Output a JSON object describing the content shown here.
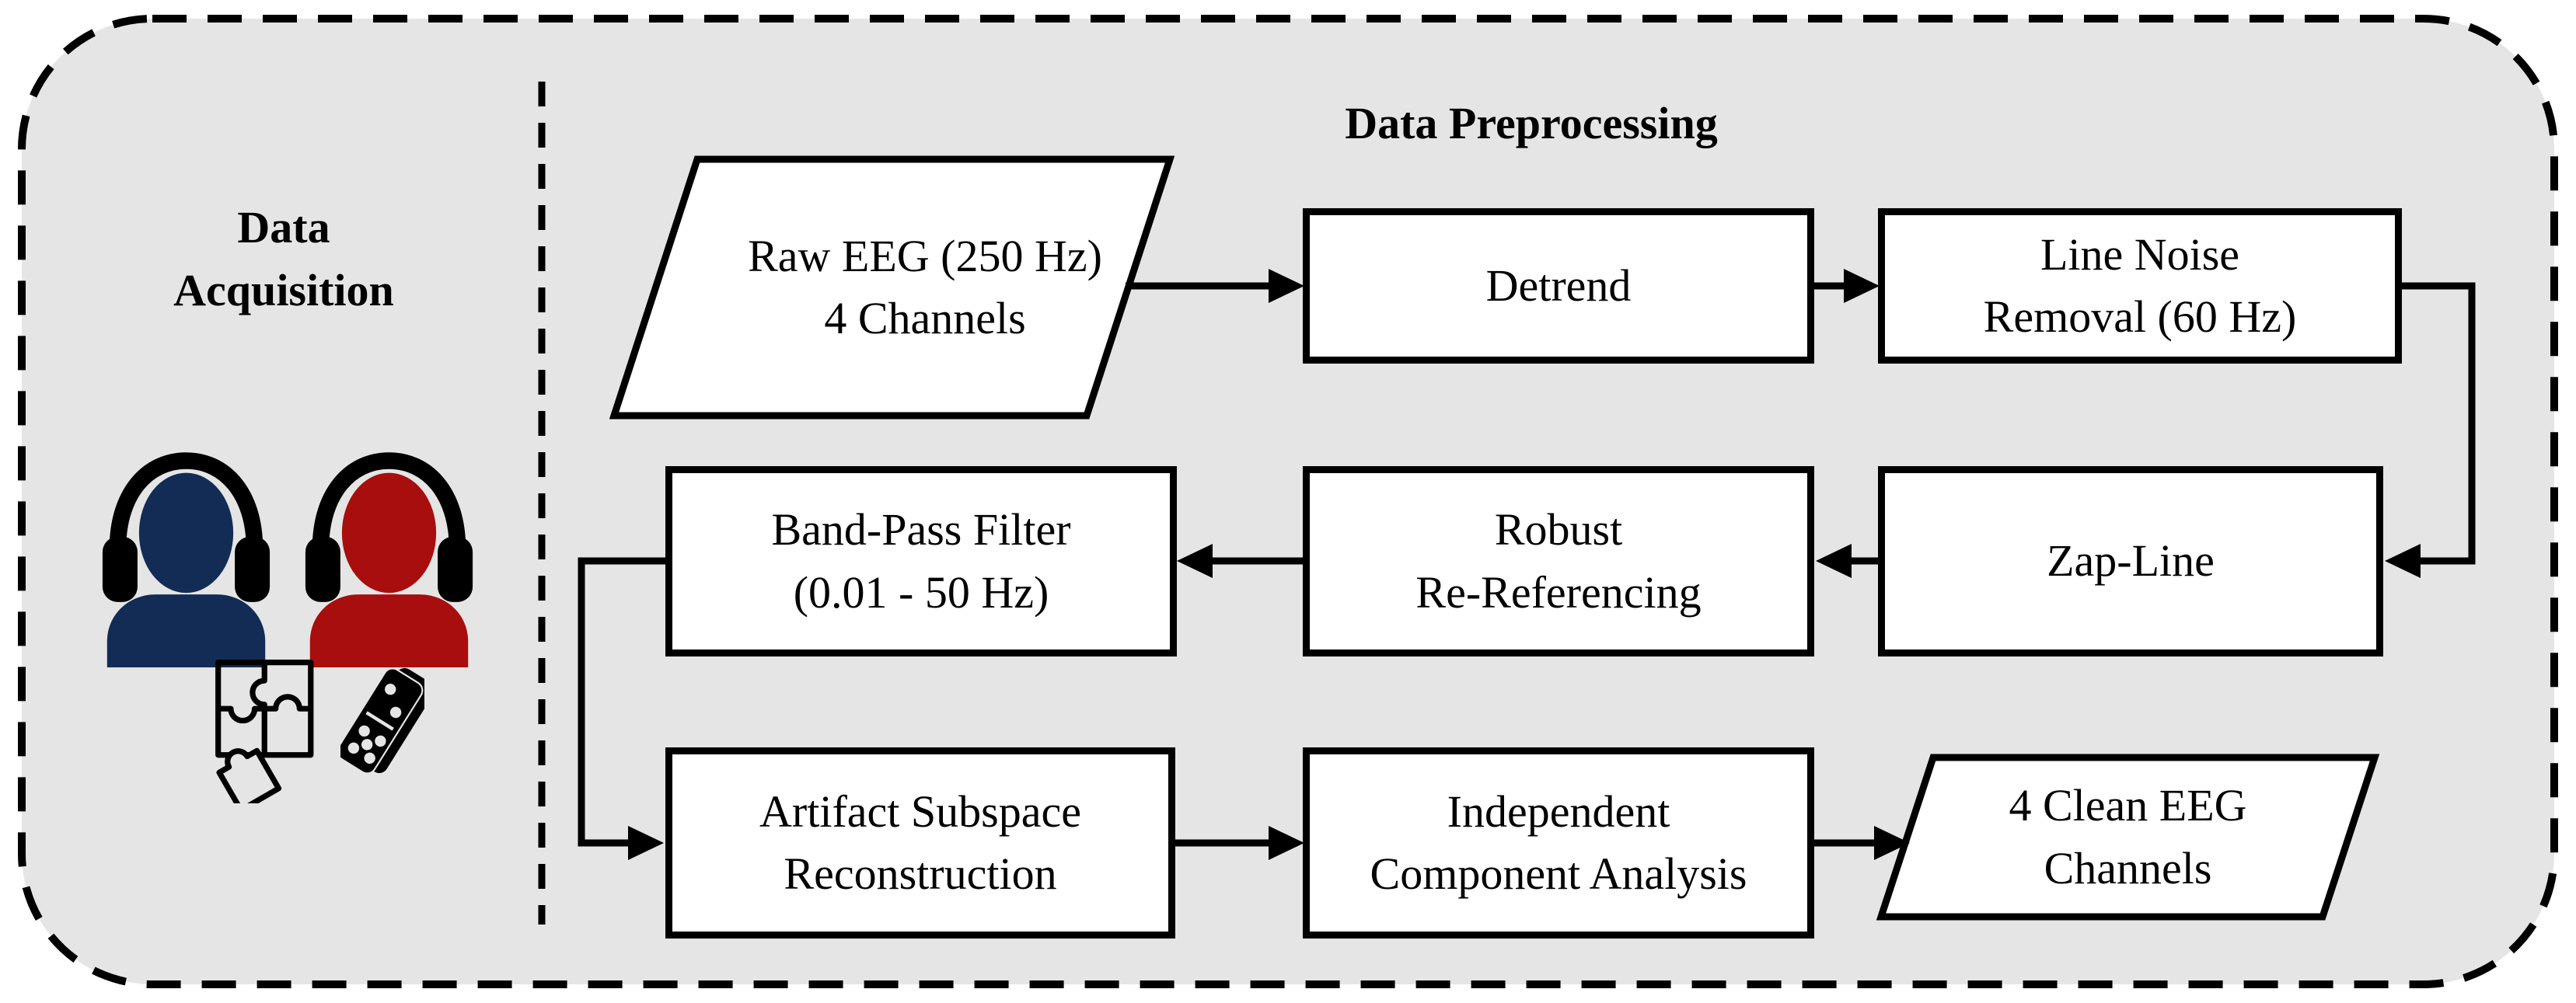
{
  "colors": {
    "background": "#e5e5e5",
    "line": "#000000",
    "box_fill": "#ffffff",
    "person_blue": "#122c55",
    "person_red": "#a80e0e"
  },
  "left_panel": {
    "title_lines": [
      "Data",
      "Acquisition"
    ],
    "icons": [
      "person-headphones-blue",
      "person-headphones-red",
      "puzzle-pieces",
      "domino-tile"
    ]
  },
  "right_panel": {
    "title": "Data Preprocessing",
    "nodes": [
      {
        "id": "raw-eeg",
        "shape": "parallelogram",
        "lines": [
          "Raw EEG (250 Hz)",
          "4 Channels"
        ]
      },
      {
        "id": "detrend",
        "shape": "process",
        "lines": [
          "Detrend"
        ]
      },
      {
        "id": "line-noise",
        "shape": "process",
        "lines": [
          "Line Noise",
          "Removal (60 Hz)"
        ]
      },
      {
        "id": "zap-line",
        "shape": "process",
        "lines": [
          "Zap-Line"
        ]
      },
      {
        "id": "robust-rereferencing",
        "shape": "process",
        "lines": [
          "Robust",
          "Re-Referencing"
        ]
      },
      {
        "id": "band-pass",
        "shape": "process",
        "lines": [
          "Band-Pass Filter",
          "(0.01 - 50 Hz)"
        ]
      },
      {
        "id": "asr",
        "shape": "process",
        "lines": [
          "Artifact Subspace",
          "Reconstruction"
        ]
      },
      {
        "id": "ica",
        "shape": "process",
        "lines": [
          "Independent",
          "Component Analysis"
        ]
      },
      {
        "id": "clean-eeg",
        "shape": "parallelogram",
        "lines": [
          "4 Clean EEG",
          "Channels"
        ]
      }
    ],
    "flow_order": [
      "raw-eeg",
      "detrend",
      "line-noise",
      "zap-line",
      "robust-rereferencing",
      "band-pass",
      "asr",
      "ica",
      "clean-eeg"
    ]
  }
}
